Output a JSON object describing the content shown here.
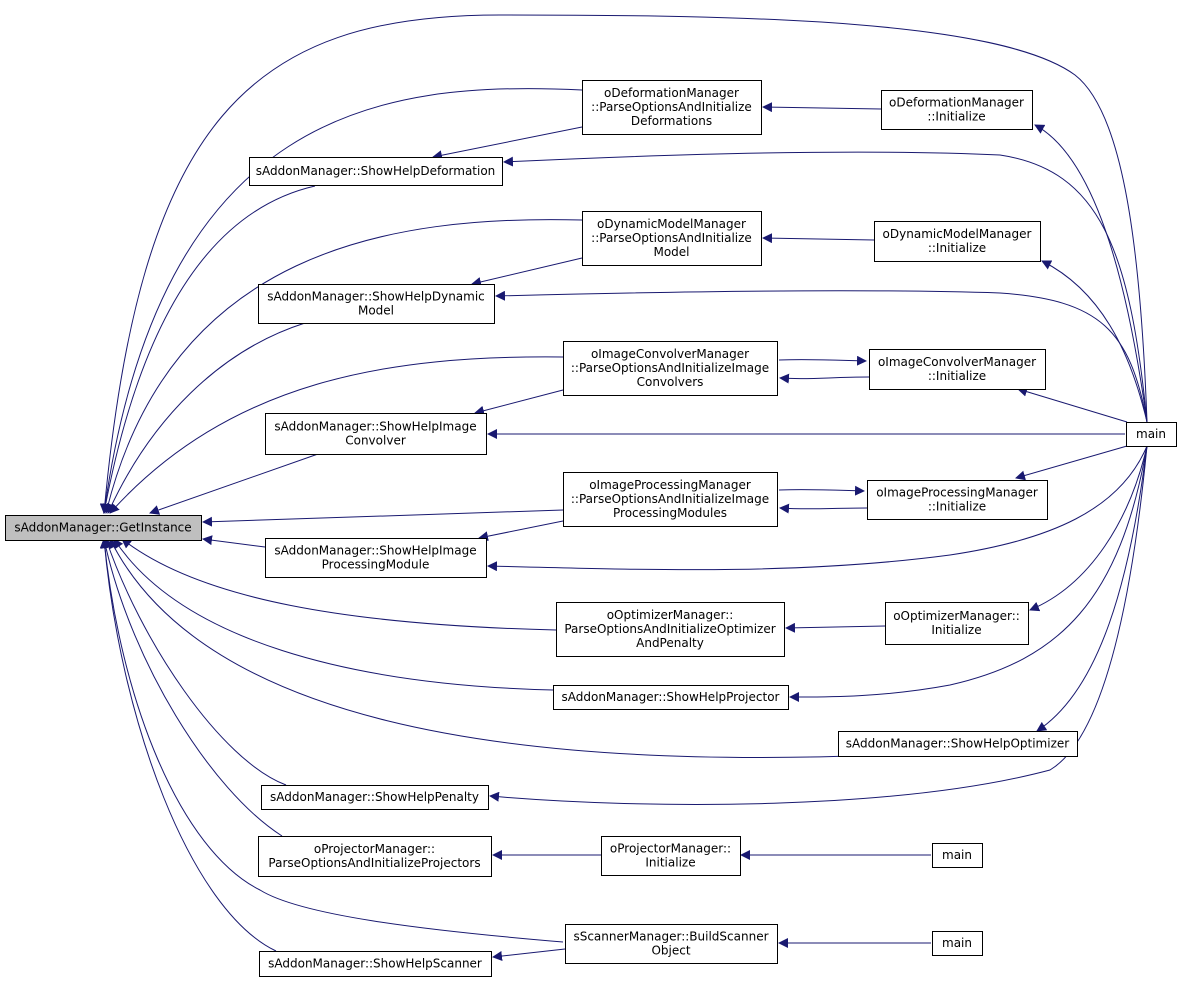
{
  "graph": {
    "edge_color": "#191970",
    "root_fill": "#bfbfbf",
    "node_fill": "#ffffff",
    "nodes": [
      {
        "id": "root",
        "lines": [
          "sAddonManager::GetInstance"
        ]
      },
      {
        "id": "def_parse",
        "lines": [
          "oDeformationManager",
          "::ParseOptionsAndInitialize",
          "Deformations"
        ]
      },
      {
        "id": "def_init",
        "lines": [
          "oDeformationManager",
          "::Initialize"
        ]
      },
      {
        "id": "help_def",
        "lines": [
          "sAddonManager::ShowHelpDeformation"
        ]
      },
      {
        "id": "dyn_parse",
        "lines": [
          "oDynamicModelManager",
          "::ParseOptionsAndInitialize",
          "Model"
        ]
      },
      {
        "id": "dyn_init",
        "lines": [
          "oDynamicModelManager",
          "::Initialize"
        ]
      },
      {
        "id": "help_dyn",
        "lines": [
          "sAddonManager::ShowHelpDynamic",
          "Model"
        ]
      },
      {
        "id": "conv_parse",
        "lines": [
          "oImageConvolverManager",
          "::ParseOptionsAndInitializeImage",
          "Convolvers"
        ]
      },
      {
        "id": "conv_init",
        "lines": [
          "oImageConvolverManager",
          "::Initialize"
        ]
      },
      {
        "id": "help_conv",
        "lines": [
          "sAddonManager::ShowHelpImage",
          "Convolver"
        ]
      },
      {
        "id": "main1",
        "lines": [
          "main"
        ]
      },
      {
        "id": "proc_parse",
        "lines": [
          "oImageProcessingManager",
          "::ParseOptionsAndInitializeImage",
          "ProcessingModules"
        ]
      },
      {
        "id": "proc_init",
        "lines": [
          "oImageProcessingManager",
          "::Initialize"
        ]
      },
      {
        "id": "help_proc",
        "lines": [
          "sAddonManager::ShowHelpImage",
          "ProcessingModule"
        ]
      },
      {
        "id": "opt_parse",
        "lines": [
          "oOptimizerManager::",
          "ParseOptionsAndInitializeOptimizer",
          "AndPenalty"
        ]
      },
      {
        "id": "opt_init",
        "lines": [
          "oOptimizerManager::",
          "Initialize"
        ]
      },
      {
        "id": "help_proj",
        "lines": [
          "sAddonManager::ShowHelpProjector"
        ]
      },
      {
        "id": "help_opt",
        "lines": [
          "sAddonManager::ShowHelpOptimizer"
        ]
      },
      {
        "id": "help_pen",
        "lines": [
          "sAddonManager::ShowHelpPenalty"
        ]
      },
      {
        "id": "proj_parse",
        "lines": [
          "oProjectorManager::",
          "ParseOptionsAndInitializeProjectors"
        ]
      },
      {
        "id": "proj_init",
        "lines": [
          "oProjectorManager::",
          "Initialize"
        ]
      },
      {
        "id": "main2",
        "lines": [
          "main"
        ]
      },
      {
        "id": "scan_build",
        "lines": [
          "sScannerManager::BuildScanner",
          "Object"
        ]
      },
      {
        "id": "main3",
        "lines": [
          "main"
        ]
      },
      {
        "id": "help_scan",
        "lines": [
          "sAddonManager::ShowHelpScanner"
        ]
      }
    ]
  }
}
